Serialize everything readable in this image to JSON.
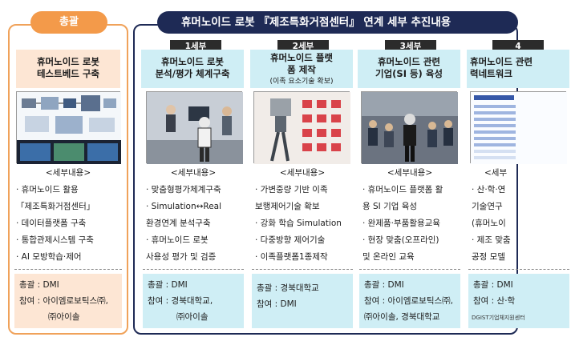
{
  "left": {
    "tag": "총괄",
    "title_line1": "휴머노이드 로봇",
    "title_line2": "테스트베드 구축",
    "details_header": "<세부내용>",
    "items": [
      "· 휴머노이드 활용",
      "「제조특화거점센터」",
      "· 데이터플랫폼 구축",
      "· 통합관제시스템 구축",
      "· AI 모방학습·제어"
    ],
    "footer_lines": [
      "총괄 : DMI",
      "참여 : 아이엠로보틱스㈜,",
      "㈜아이솔"
    ]
  },
  "banner": {
    "title": "휴머노이드 로봇 『제조특화거점센터』 연계 세부 추진내용"
  },
  "columns": [
    {
      "tab": "1세부",
      "title_lines": [
        "휴머노이드 로봇",
        "분석/평가 체계구축"
      ],
      "subtitle": "",
      "details_header": "<세부내용>",
      "items": [
        "· 맞춤형평가체계구축",
        "· Simulation↔Real",
        "  환경연계 분석구축",
        "· 휴머노이드 로봇",
        "  사용성 평가 및 검증"
      ],
      "footer_lines": [
        "총괄 : DMI",
        "참여 : 경북대학교,",
        "㈜아이솔"
      ]
    },
    {
      "tab": "2세부",
      "title_lines": [
        "휴머노이드 플랫",
        "폼 제작"
      ],
      "subtitle": "(이족 요소기술 확보)",
      "details_header": "<세부내용>",
      "items": [
        "· 가변중량 기반 이족",
        "  보행제어기술 확보",
        "· 강화 학습 Simulation",
        "· 다중방향 제어기술",
        "· 이족플랫폼1종제작"
      ],
      "footer_lines": [
        "총괄 : 경북대학교",
        "참여 : DMI"
      ]
    },
    {
      "tab": "3세부",
      "title_lines": [
        "휴머노이드 관련",
        "기업(SI 등) 육성"
      ],
      "subtitle": "",
      "details_header": "<세부내용>",
      "items": [
        "· 휴머노이드 플랫폼 활",
        "  용 SI 기업 육성",
        "· 완제품·부품활용교육",
        "· 현장 맞춤(오프라인)",
        "  및 온라인 교육"
      ],
      "footer_lines": [
        "총괄 : DMI",
        "참여 : 아이엠로보틱스㈜,",
        "㈜아이솔, 경북대학교"
      ]
    },
    {
      "tab": "4",
      "title_lines": [
        "휴머노이드 관련",
        "력네트워크"
      ],
      "subtitle": "",
      "details_header": "<세부",
      "items": [
        "· 산·학·연",
        "  기술연구",
        "  (휴머노이",
        "· 제조 맞춤",
        "  공정 모델"
      ],
      "footer_lines": [
        "총괄 : DMI",
        "참여 : 산·학"
      ]
    }
  ],
  "watermark": "DGIST기업체지원센터",
  "colors": {
    "orange": "#f39a4a",
    "navy": "#1e2a55",
    "light_orange": "#fde6d4",
    "light_blue": "#cfeef5",
    "tab_dark": "#2b2b2b"
  }
}
